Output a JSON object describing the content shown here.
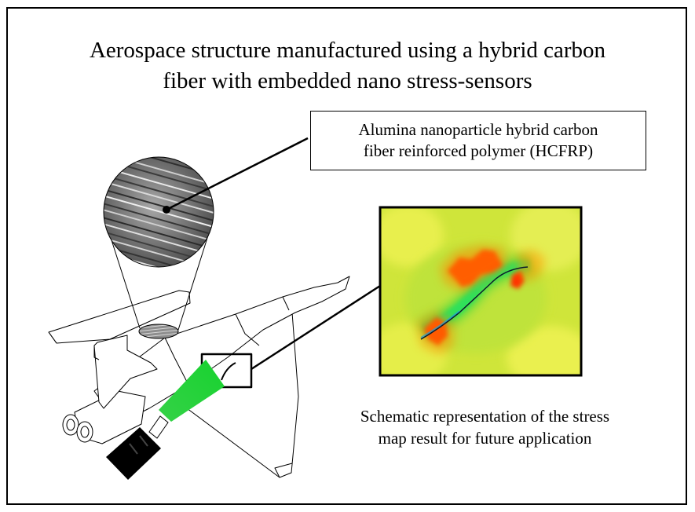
{
  "figure": {
    "title_line1": "Aerospace structure manufactured using a hybrid carbon",
    "title_line2": "fiber with embedded nano stress-sensors",
    "material_label_line1": "Alumina nanoparticle hybrid carbon",
    "material_label_line2": "fiber reinforced polymer (HCFRP)",
    "caption_line1": "Schematic representation of the stress",
    "caption_line2": "map result for future application"
  },
  "colors": {
    "stress_high": "#ff2a00",
    "stress_mid": "#f3f24a",
    "stress_low": "#2ee25a",
    "sensor_beam": "#22d13a",
    "outline": "#000000"
  }
}
